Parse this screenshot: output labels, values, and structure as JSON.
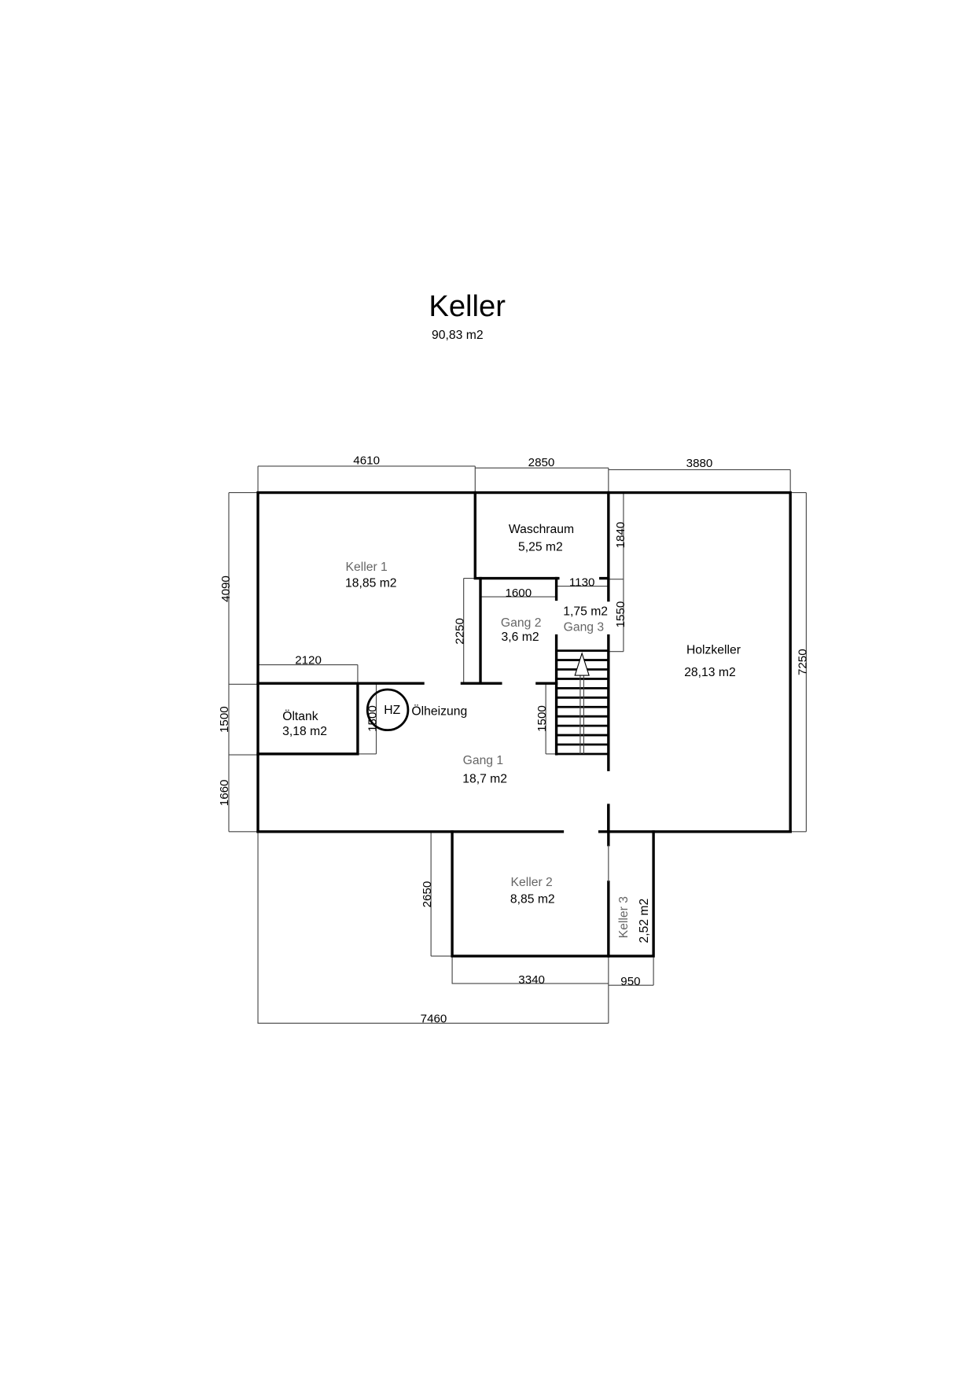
{
  "title": "Keller",
  "total_area": "90,83 m2",
  "rooms": {
    "keller1": {
      "name": "Keller 1",
      "area": "18,85 m2"
    },
    "waschraum": {
      "name": "Waschraum",
      "area": "5,25 m2"
    },
    "gang2": {
      "name": "Gang 2",
      "area": "3,6 m2"
    },
    "gang3": {
      "name": "Gang 3",
      "area": "1,75 m2"
    },
    "holzkeller": {
      "name": "Holzkeller",
      "area": "28,13 m2"
    },
    "oeltank": {
      "name": "Öltank",
      "area": "3,18 m2"
    },
    "gang1": {
      "name": "Gang 1",
      "area": "18,7 m2"
    },
    "keller2": {
      "name": "Keller 2",
      "area": "8,85 m2"
    },
    "keller3": {
      "name": "Keller 3",
      "area": "2,52 m2"
    }
  },
  "heating": {
    "symbol": "HZ",
    "label": "Ölheizung"
  },
  "dimensions": {
    "top_left": "4610",
    "top_mid": "2850",
    "top_right": "3880",
    "left_upper": "4090",
    "left_mid": "1500",
    "left_lower": "1660",
    "right_total": "7250",
    "waschraum_height": "1840",
    "gang3_height": "1550",
    "gang3_width": "1130",
    "gang2_width": "1600",
    "gang2_height": "2250",
    "oeltank_width": "2120",
    "oeltank_height": "1500",
    "stair_height": "1500",
    "keller2_height": "2650",
    "keller2_width": "3340",
    "keller3_width": "950",
    "bottom_total": "7460"
  }
}
